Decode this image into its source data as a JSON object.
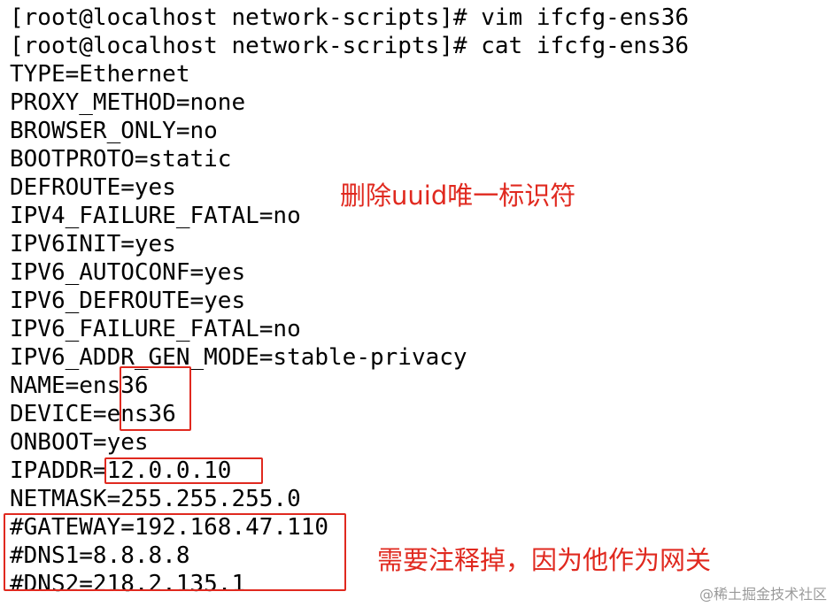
{
  "terminal": {
    "lines": [
      "[root@localhost network-scripts]# vim ifcfg-ens36",
      "[root@localhost network-scripts]# cat ifcfg-ens36",
      "TYPE=Ethernet",
      "PROXY_METHOD=none",
      "BROWSER_ONLY=no",
      "BOOTPROTO=static",
      "DEFROUTE=yes",
      "IPV4_FAILURE_FATAL=no",
      "IPV6INIT=yes",
      "IPV6_AUTOCONF=yes",
      "IPV6_DEFROUTE=yes",
      "IPV6_FAILURE_FATAL=no",
      "IPV6_ADDR_GEN_MODE=stable-privacy",
      "NAME=ens36",
      "DEVICE=ens36",
      "ONBOOT=yes",
      "IPADDR=12.0.0.10",
      "NETMASK=255.255.255.0",
      "#GATEWAY=192.168.47.110",
      "#DNS1=8.8.8.8",
      "#DNS2=218.2.135.1"
    ]
  },
  "annotations": {
    "delete_uuid": "删除uuid唯一标识符",
    "comment_out": "需要注释掉，因为他作为网关"
  },
  "watermark": "@稀土掘金技术社区",
  "colors": {
    "annotation_red": "#e0291f",
    "terminal_text": "#000000",
    "background": "#ffffff"
  }
}
